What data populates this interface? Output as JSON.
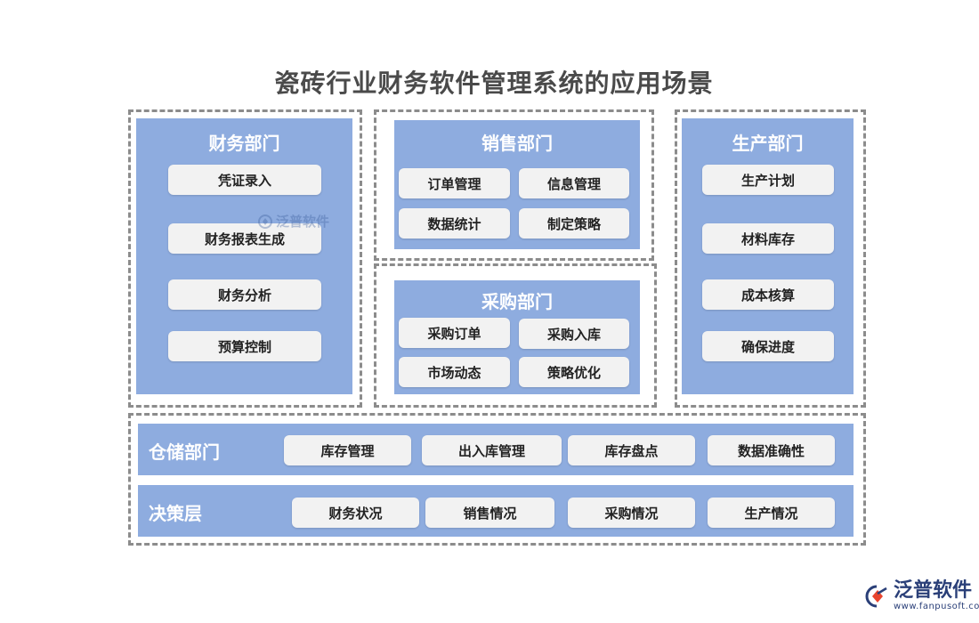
{
  "title": "瓷砖行业财务软件管理系统的应用场景",
  "colors": {
    "panel": "#8eacdf",
    "item": "#f2f2f2",
    "border": "#8c8c8c",
    "logo": "#2a3f78"
  },
  "finance": {
    "title": "财务部门",
    "items": [
      "凭证录入",
      "财务报表生成",
      "财务分析",
      "预算控制"
    ]
  },
  "sales": {
    "title": "销售部门",
    "items": [
      "订单管理",
      "信息管理",
      "数据统计",
      "制定策略"
    ]
  },
  "purchase": {
    "title": "采购部门",
    "items": [
      "采购订单",
      "采购入库",
      "市场动态",
      "策略优化"
    ]
  },
  "production": {
    "title": "生产部门",
    "items": [
      "生产计划",
      "材料库存",
      "成本核算",
      "确保进度"
    ]
  },
  "warehouse": {
    "title": "仓储部门",
    "items": [
      "库存管理",
      "出入库管理",
      "库存盘点",
      "数据准确性"
    ]
  },
  "decision": {
    "title": "决策层",
    "items": [
      "财务状况",
      "销售情况",
      "采购情况",
      "生产情况"
    ]
  },
  "watermark": {
    "text": "泛普软件"
  },
  "logo": {
    "brand": "泛普软件",
    "url": "www.fanpusoft.com",
    "icon": "fanpu-logo-icon"
  }
}
